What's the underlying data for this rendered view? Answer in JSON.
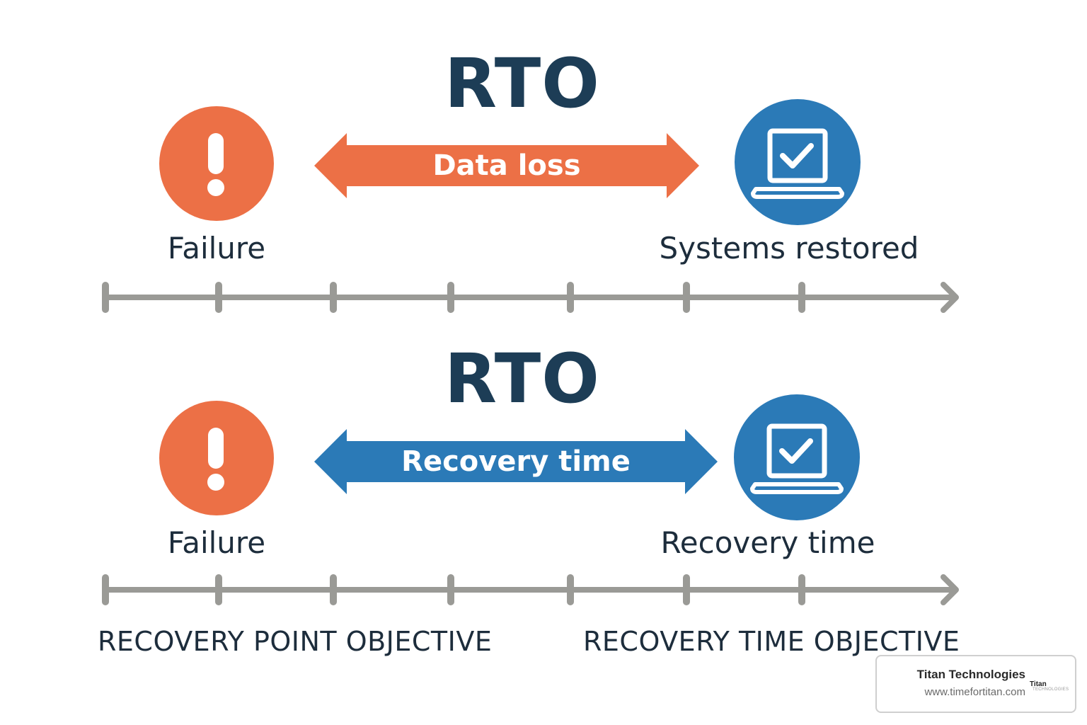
{
  "colors": {
    "title": "#1d3d56",
    "alert": "#ec7046",
    "restore": "#2b7ab7",
    "timeline": "#9a9a96",
    "text": "#1d2d3c"
  },
  "sections": [
    {
      "title": "RTO",
      "start_icon": "exclamation-icon",
      "start_label": "Failure",
      "arrow_label": "Data loss",
      "arrow_color": "#ec7046",
      "end_icon": "laptop-check-icon",
      "end_label": "Systems restored"
    },
    {
      "title": "RTO",
      "start_icon": "exclamation-icon",
      "start_label": "Failure",
      "arrow_label": "Recovery time",
      "arrow_color": "#2b7ab7",
      "end_icon": "laptop-check-icon",
      "end_label": "Recovery time"
    }
  ],
  "objectives": {
    "left": "RECOVERY POINT OBJECTIVE",
    "right": "RECOVERY TIME OBJECTIVE"
  },
  "brand": {
    "name": "Titan Technologies",
    "url": "www.timefortitan.com",
    "logo_text": "Titan",
    "logo_subtext": "TECHNOLOGIES"
  }
}
